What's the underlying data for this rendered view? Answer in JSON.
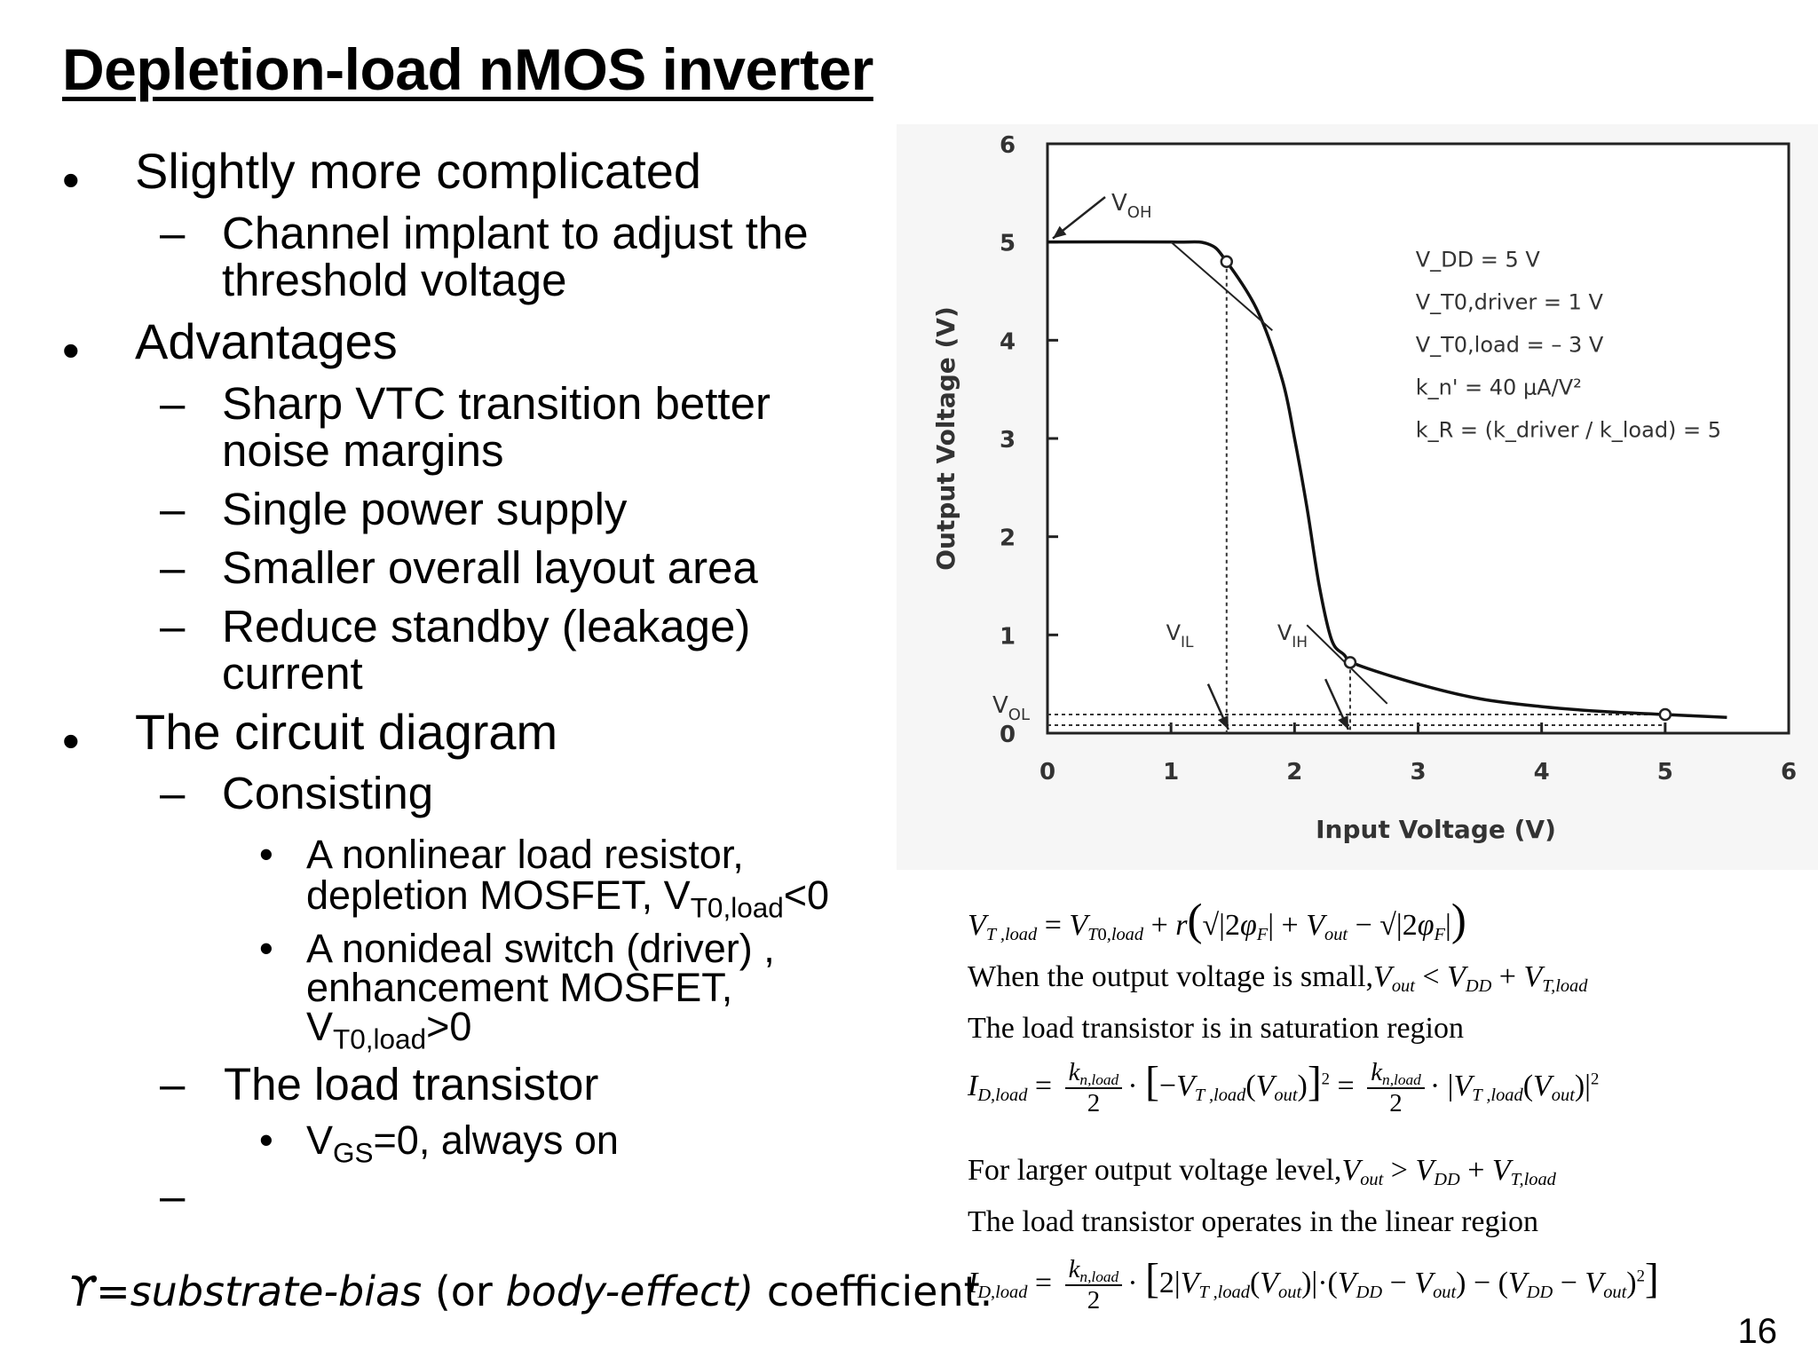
{
  "title": "Depletion-load nMOS inverter",
  "bullets": {
    "b1": "Slightly more complicated",
    "b1_s1": "Channel implant to adjust the",
    "b1_s1b": "threshold voltage",
    "b2": "Advantages",
    "b2_s1": "Sharp VTC transition better",
    "b2_s1b": "noise margins",
    "b2_s2": "Single power supply",
    "b2_s3": "Smaller overall layout area",
    "b2_s4": "Reduce standby (leakage)",
    "b2_s4b": "current",
    "b3": "The circuit diagram",
    "b3_s1": "Consisting",
    "b3_s1_a1": "A nonlinear load resistor,",
    "b3_s1_a2": "depletion MOSFET, V",
    "b3_s1_a2_sub": "T0,load",
    "b3_s1_a2_tail": "<0",
    "b3_s1_b1": "A nonideal switch (driver) ,",
    "b3_s1_b2": "enhancement MOSFET,",
    "b3_s1_b3": "V",
    "b3_s1_b3_sub": "T0,load",
    "b3_s1_b3_tail": ">0",
    "b3_s2": "The load transistor",
    "b3_s2_a": "V",
    "b3_s2_a_sub": "GS",
    "b3_s2_a_tail": "=0, always on",
    "b3_s3": ""
  },
  "coefficient": {
    "symbol": "ϒ",
    "eq": "=",
    "term": "substrate-bias",
    "mid": " (or ",
    "alt": "body-effect)",
    "tail": " coefficient."
  },
  "page_number": "16",
  "chart_data": {
    "type": "line",
    "xlabel": "Input Voltage  (V)",
    "ylabel": "Output Voltage  (V)",
    "xlim": [
      0,
      6
    ],
    "ylim": [
      0,
      6
    ],
    "xticks": [
      "0",
      "1",
      "2",
      "3",
      "4",
      "5",
      "6"
    ],
    "yticks": [
      "0",
      "1",
      "2",
      "3",
      "4",
      "5",
      "6"
    ],
    "series": [
      {
        "x": [
          0,
          1.0,
          1.3,
          1.45,
          1.7,
          1.9,
          2.0,
          2.1,
          2.2,
          2.3,
          2.4,
          2.5,
          3.0,
          3.5,
          4.0,
          4.5,
          5.0,
          5.5
        ],
        "y": [
          5.0,
          5.0,
          4.98,
          4.8,
          4.3,
          3.6,
          3.0,
          2.3,
          1.5,
          0.95,
          0.8,
          0.7,
          0.5,
          0.35,
          0.27,
          0.22,
          0.19,
          0.16
        ]
      }
    ],
    "points": [
      {
        "x": 1.45,
        "y": 4.8
      },
      {
        "x": 2.45,
        "y": 0.72
      },
      {
        "x": 5.0,
        "y": 0.19
      }
    ],
    "markers": {
      "VIL": 1.45,
      "VIH": 2.45,
      "VOL": 0.19,
      "VOH": 5.0
    },
    "labels": {
      "voh": "V",
      "voh_sub": "OH",
      "vil": "V",
      "vil_sub": "IL",
      "vih": "V",
      "vih_sub": "IH",
      "vol": "V",
      "vol_sub": "OL"
    },
    "annotations": [
      "V_DD = 5 V",
      "V_T0,driver = 1 V",
      "V_T0,load = – 3 V",
      "k_n' = 40 μA/V²",
      "k_R = (k_driver / k_load) = 5"
    ]
  },
  "equations": {
    "eq1": "V_T,load = V_T0,load + r( √|2φF| + Vout − √|2φF| )",
    "txt1": "When the output voltage is small,",
    "txt1_math": "Vout < VDD + VT,load",
    "txt2": "The load transistor is in saturation region",
    "txt3": "For larger output voltage level,",
    "txt3_math": "Vout > VDD + VT,load",
    "txt4": "The load transistor operates in the linear region"
  }
}
